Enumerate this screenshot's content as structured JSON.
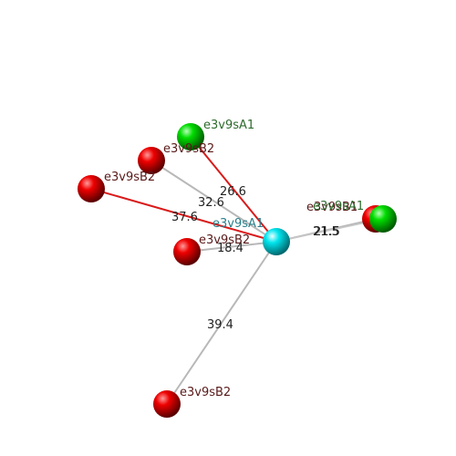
{
  "colors": {
    "background": "#ffffff",
    "center_atom": "#00e5ee",
    "red_atom": "#ee0000",
    "green_atom": "#00dd00",
    "red_label": "#5a1a1a",
    "green_label": "#2e6b2e",
    "center_label": "#2a7f8a",
    "bond_red": "#d91a1a",
    "bond_gray": "#b8b8b8",
    "distance_text": "#222222"
  },
  "center": {
    "label": "e3v9sA1",
    "color": "cyan"
  },
  "neighbors": [
    {
      "id": "n1",
      "label": "e3v9sA1",
      "color": "green",
      "bond": "red",
      "distance": "26.6"
    },
    {
      "id": "n2",
      "label": "e3v9sB2",
      "color": "red",
      "bond": "gray",
      "distance": "32.6"
    },
    {
      "id": "n3",
      "label": "e3v9sB2",
      "color": "red",
      "bond": "red",
      "distance": "37.6"
    },
    {
      "id": "n4",
      "label": "e3v9sB2",
      "color": "red",
      "bond": "gray",
      "distance": "18.4"
    },
    {
      "id": "n5",
      "label": "e3v9sB1",
      "color": "red",
      "bond": "gray",
      "distance": "21.5"
    },
    {
      "id": "n6",
      "label": "e3v9sA1",
      "color": "green",
      "bond": "gray",
      "distance": "21.5"
    },
    {
      "id": "n7",
      "label": "e3v9sB2",
      "color": "red",
      "bond": "gray",
      "distance": "39.4"
    }
  ]
}
